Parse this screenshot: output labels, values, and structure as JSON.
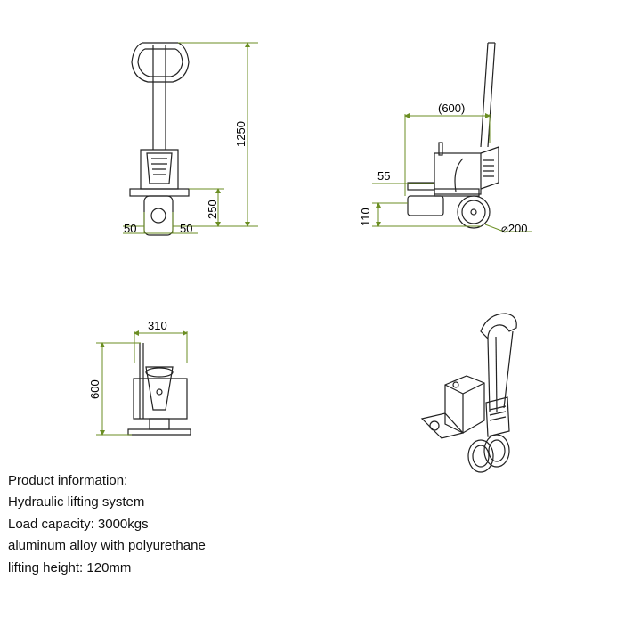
{
  "front_view": {
    "height_total": "1250",
    "height_fork": "250",
    "fork_left": "50",
    "fork_right": "50"
  },
  "side_view": {
    "length": "(600)",
    "offset": "55",
    "height": "110",
    "wheel": "⌀200"
  },
  "top_view": {
    "width": "310",
    "depth": "600"
  },
  "product_info": {
    "heading": "Product information:",
    "lines": [
      "Hydraulic lifting system",
      "Load capacity: 3000kgs",
      "aluminum alloy with polyurethane",
      "lifting height: 120mm"
    ]
  }
}
